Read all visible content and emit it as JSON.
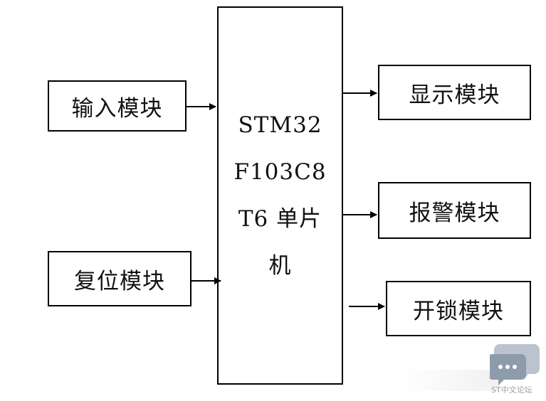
{
  "mcu": {
    "line1": "STM32",
    "line2": "F103C8",
    "line3": "T6 单片",
    "line4": "机"
  },
  "inputs": {
    "input_module": "输入模块",
    "reset_module": "复位模块"
  },
  "outputs": {
    "display_module": "显示模块",
    "alarm_module": "报警模块",
    "unlock_module": "开锁模块"
  },
  "watermark": {
    "text": "ST中文论坛",
    "icon": "chat-bubble-icon"
  }
}
